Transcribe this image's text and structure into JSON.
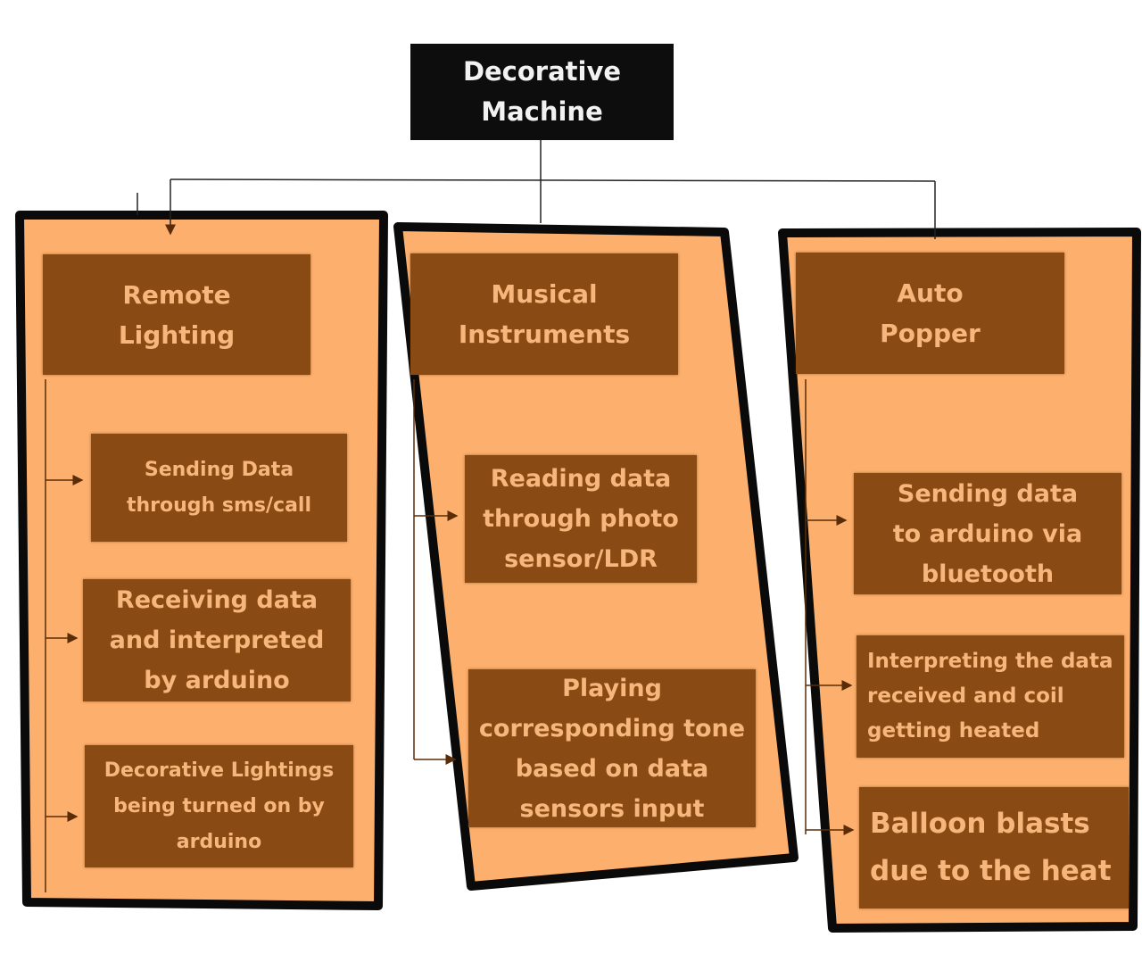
{
  "root": {
    "title": "Decorative\nMachine"
  },
  "branches": [
    {
      "title": "Remote\nLighting",
      "steps": [
        "Sending Data\nthrough sms/call",
        "Receiving data\nand interpreted\nby arduino",
        "Decorative Lightings\nbeing turned on by\narduino"
      ]
    },
    {
      "title": "Musical\nInstruments",
      "steps": [
        "Reading data\nthrough photo\nsensor/LDR",
        "Playing\ncorresponding tone\nbased on data\nsensors input"
      ]
    },
    {
      "title": "Auto\nPopper",
      "steps": [
        "Sending data\nto arduino via\nbluetooth",
        "Interpreting the data\nreceived and coil\ngetting heated",
        "Balloon blasts\ndue to the heat"
      ]
    }
  ],
  "colors": {
    "panel_fill": "#fdb06d",
    "panel_border": "#0a0a0a",
    "node_fill": "#8a4a14",
    "node_text": "#f7b77c",
    "root_fill": "#0d0d0d",
    "root_text": "#f2f2f2"
  }
}
